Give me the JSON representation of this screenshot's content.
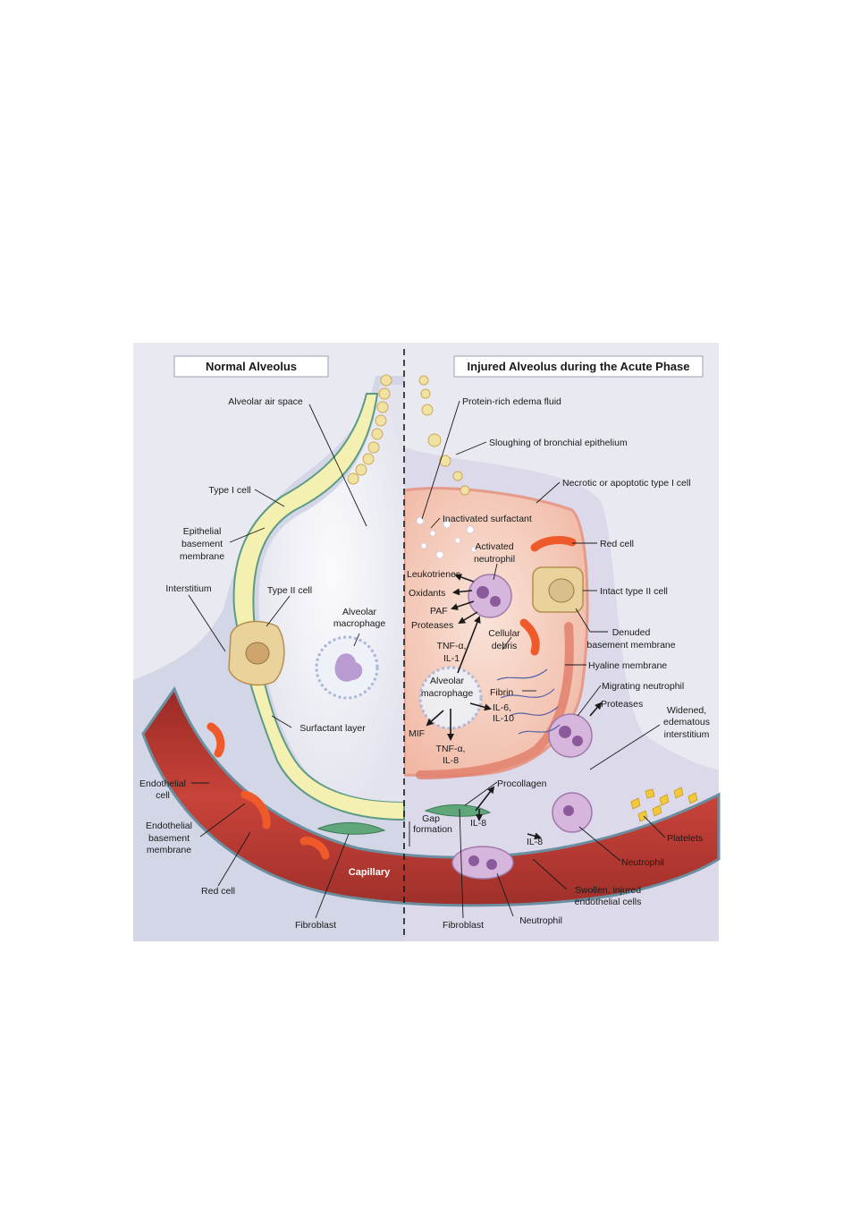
{
  "panels": {
    "normal_title": "Normal Alveolus",
    "injured_title": "Injured Alveolus during the Acute Phase"
  },
  "normal_labels": {
    "air_space": "Alveolar air space",
    "type1": "Type I cell",
    "epi_bm": [
      "Epithelial",
      "basement",
      "membrane"
    ],
    "interstitium": "Interstitium",
    "type2": "Type II cell",
    "macrophage": [
      "Alveolar",
      "macrophage"
    ],
    "surfactant": "Surfactant layer",
    "endothelial": [
      "Endothelial",
      "cell"
    ],
    "endo_bm": [
      "Endothelial",
      "basement",
      "membrane"
    ],
    "red_cell": "Red cell",
    "fibroblast": "Fibroblast",
    "capillary": "Capillary"
  },
  "injured_labels": {
    "edema": "Protein-rich edema fluid",
    "sloughing": "Sloughing of bronchial epithelium",
    "necrotic": "Necrotic or apoptotic type I cell",
    "inactivated": "Inactivated surfactant",
    "activated_neutrophil": [
      "Activated",
      "neutrophil"
    ],
    "red_cell": "Red cell",
    "leukotrienes": "Leukotrienes",
    "oxidants": "Oxidants",
    "paf": "PAF",
    "proteases": "Proteases",
    "intact_type2": "Intact type II cell",
    "denuded": [
      "Denuded",
      "basement membrane"
    ],
    "tnf_il1": [
      "TNF-α,",
      "IL-1"
    ],
    "cellular_debris": [
      "Cellular",
      "debris"
    ],
    "hyaline": "Hyaline membrane",
    "alveolar_macrophage": [
      "Alveolar",
      "macrophage"
    ],
    "fibrin": "Fibrin",
    "migrating": "Migrating neutrophil",
    "il6_il10": [
      "IL-6,",
      "IL-10"
    ],
    "proteases2": "Proteases",
    "widened": [
      "Widened,",
      "edematous",
      "interstitium"
    ],
    "mif": "MIF",
    "tnf_il8": [
      "TNF-α,",
      "IL-8"
    ],
    "procollagen": "Procollagen",
    "gap": [
      "Gap",
      "formation"
    ],
    "il8_a": "IL-8",
    "il8_b": "IL-8",
    "platelets": "Platelets",
    "neutrophil_r": "Neutrophil",
    "swollen": [
      "Swollen, injured",
      "endothelial cells"
    ],
    "fibroblast": "Fibroblast",
    "neutrophil_b": "Neutrophil"
  },
  "colors": {
    "background": "#e9eaf1",
    "air_space": "#f4f3f8",
    "edema": "#f6d3c6",
    "epithelium": "#f4f0b2",
    "interstitium": "#c7cfe0",
    "capillary": "#b4322a",
    "red_cell": "#e8501f",
    "neutrophil": "#d7b6dd"
  }
}
